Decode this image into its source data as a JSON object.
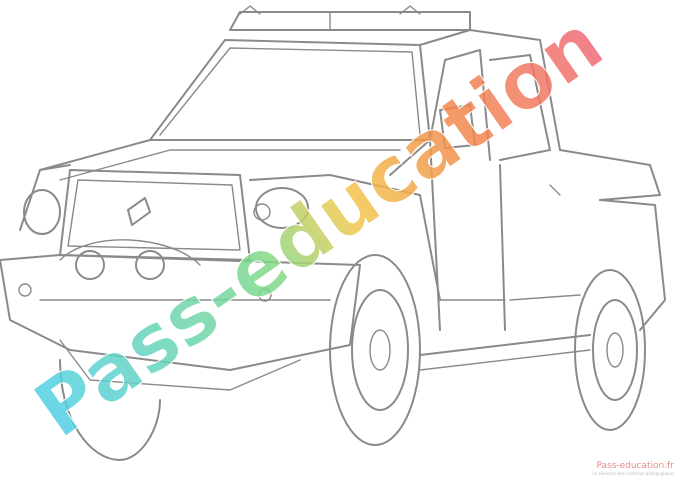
{
  "image": {
    "subject": "pickup-truck-coloring-page",
    "line_color": "#8a8a8a",
    "background": "#ffffff"
  },
  "watermark": {
    "text": "Pass-education",
    "colors": [
      "#4fcfe8",
      "#7fd98a",
      "#f2c84b",
      "#f28a4b",
      "#f06a78"
    ]
  },
  "credit": {
    "text": "Pass-education.fr",
    "subtext": "La sélection des contenus pédagogiques"
  }
}
